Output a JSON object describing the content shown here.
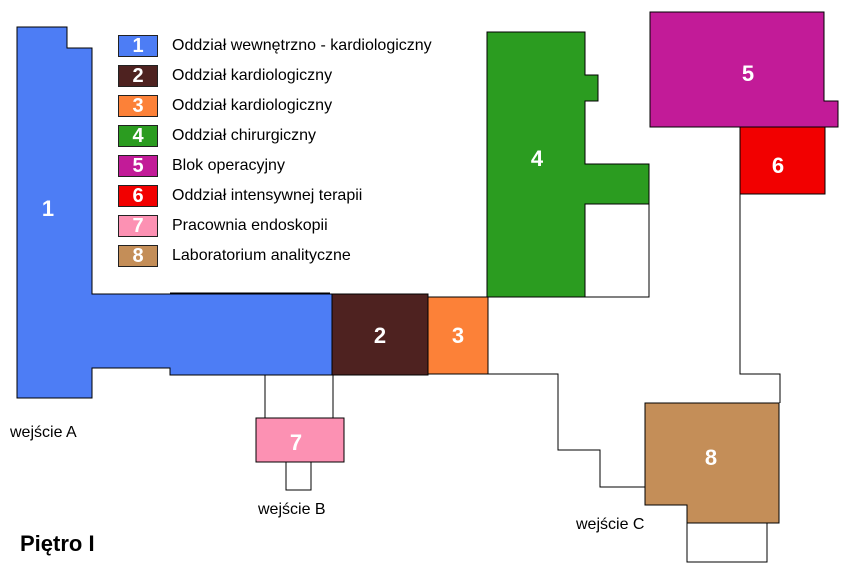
{
  "legend": [
    {
      "number": "1",
      "label": "Oddział wewnętrzno - kardiologiczny",
      "color": "#4d7df5"
    },
    {
      "number": "2",
      "label": "Oddział kardiologiczny",
      "color": "#4e2220"
    },
    {
      "number": "3",
      "label": "Oddział kardiologiczny",
      "color": "#fc8138"
    },
    {
      "number": "4",
      "label": "Oddział chirurgiczny",
      "color": "#2b9c20"
    },
    {
      "number": "5",
      "label": "Blok operacyjny",
      "color": "#c21b98"
    },
    {
      "number": "6",
      "label": "Oddział intensywnej terapii",
      "color": "#f20000"
    },
    {
      "number": "7",
      "label": "Pracownia endoskopii",
      "color": "#fc91b3"
    },
    {
      "number": "8",
      "label": "Laboratorium analityczne",
      "color": "#c48e58"
    }
  ],
  "map_labels": {
    "area_1": "1",
    "area_2": "2",
    "area_3": "3",
    "area_4": "4",
    "area_5": "5",
    "area_6": "6",
    "area_7": "7",
    "area_8": "8"
  },
  "entrances": {
    "a": "wejście A",
    "b": "wejście B",
    "c": "wejście C"
  },
  "floor_title": "Piętro I"
}
